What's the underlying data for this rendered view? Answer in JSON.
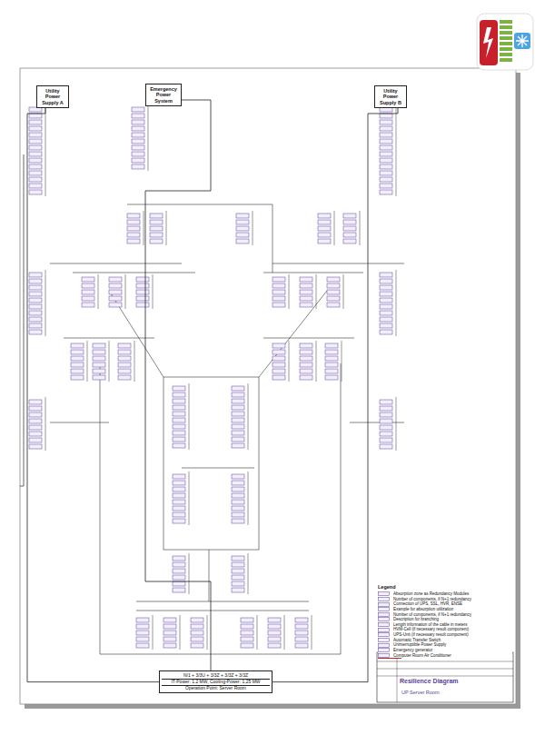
{
  "diagram": {
    "title": "Resilience Diagram",
    "nodes": [
      {
        "text": [
          "Utility Power Supply A"
        ]
      },
      {
        "text": [
          "Emergency Power System"
        ]
      },
      {
        "text": [
          "Utility Power Supply B"
        ]
      },
      {
        "text": [
          "N/1 + 3/3U + 3/3Z + 3/3Z + 3/3Z",
          "IT-Power: 1.2 MW, Cooling-Power: 1.25 MW",
          "Operation Point: Server Room"
        ]
      },
      {
        "text": [
          "UP Server Room"
        ]
      }
    ],
    "edges": [
      {
        "from": 0,
        "to": 3,
        "arrow": "none"
      },
      {
        "from": 1,
        "to": 3,
        "arrow": "none"
      },
      {
        "from": 2,
        "to": 3,
        "arrow": "none"
      }
    ],
    "labels": [
      "Legend"
    ],
    "legend": [
      {
        "text": "Absorption zone as Redundancy Modules"
      },
      {
        "text": "Number of components, if N+1 redundancy"
      },
      {
        "text": "Connection of UPS, SSL, HVR, ENSE"
      },
      {
        "text": "Example for absorption utilization"
      },
      {
        "text": "Number of components, if N+1 redundancy"
      },
      {
        "text": "Description for branching"
      },
      {
        "text": "Length information of the cable in meters"
      },
      {
        "text": "HVM-Cell (if necessary result component)"
      },
      {
        "text": "UPS-Unit (if necessary result component)"
      },
      {
        "text": "Automatic Transfer Switch"
      },
      {
        "text": "Uninterruptible Power Supply"
      },
      {
        "text": "Emergency generator"
      },
      {
        "text": "Computer Room Air Conditioner"
      }
    ]
  }
}
